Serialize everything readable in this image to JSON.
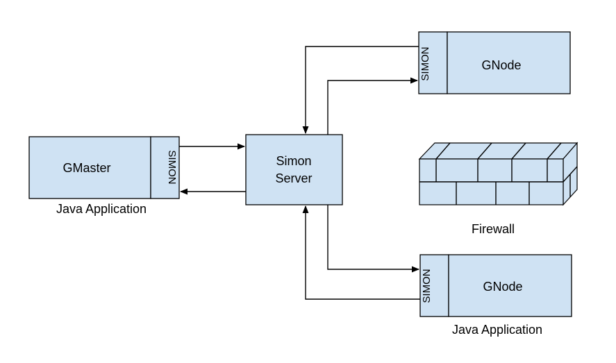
{
  "nodes": {
    "gmaster": {
      "label": "GMaster",
      "lib": "SIMON",
      "caption": "Java Application"
    },
    "server": {
      "line1": "Simon",
      "line2": "Server"
    },
    "gnode_top": {
      "label": "GNode",
      "lib": "SIMON"
    },
    "gnode_bottom": {
      "label": "GNode",
      "lib": "SIMON",
      "caption": "Java Application"
    },
    "firewall": {
      "label": "Firewall"
    }
  },
  "colors": {
    "box_fill": "#cfe2f3",
    "stroke": "#000000"
  }
}
